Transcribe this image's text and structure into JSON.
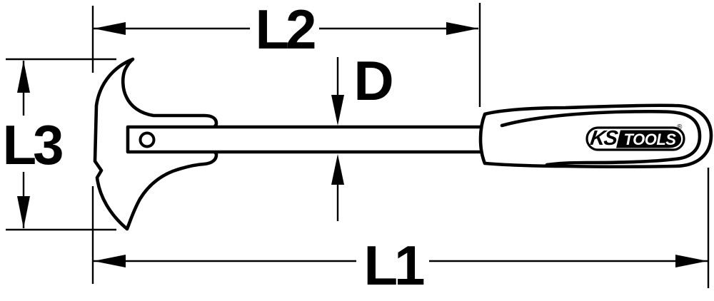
{
  "page": {
    "background": "#ffffff",
    "line_color": "#000000"
  },
  "dimensions": {
    "l1": "L1",
    "l2": "L2",
    "l3": "L3",
    "d": "D"
  },
  "logo": {
    "ks": "KS",
    "tools": "TOOLS",
    "registered": "®"
  }
}
